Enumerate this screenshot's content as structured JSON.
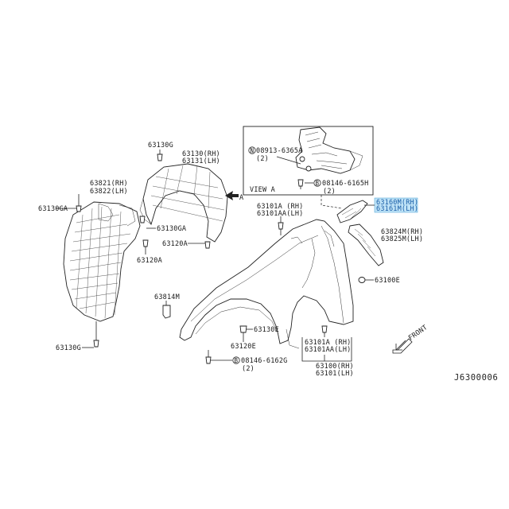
{
  "diagram": {
    "reference_code": "J6300006",
    "view_a_title": "VIEW A",
    "view_arrow_letter": "A",
    "front_label": "FRONT",
    "parts": {
      "p63130G_top": "63130G",
      "p63130_rh": "63130(RH)",
      "p63131_lh": "63131(LH)",
      "p63821_rh": "63821(RH)",
      "p63822_lh": "63822(LH)",
      "p63130GA_left": "63130GA",
      "p63130GA_mid": "63130GA",
      "p63120A_right": "63120A",
      "p63120A_bottom": "63120A",
      "p63130G_bottom": "63130G",
      "p08913_6365A": "08913-6365A",
      "p08913_qty": "(2)",
      "p08146_6165H": "08146-6165H",
      "p08146_6165H_qty": "(2)",
      "p63160M_rh": "63160M(RH)",
      "p63161M_lh": "63161M(LH)",
      "p63101A_rh": "63101A (RH)",
      "p63101AA_lh": "63101AA(LH)",
      "p63824M_rh": "63824M(RH)",
      "p63825M_lh": "63825M(LH)",
      "p63100E": "63100E",
      "p63814M": "63814M",
      "p63130E": "63130E",
      "p63120E": "63120E",
      "p63101A_rh_2": "63101A (RH)",
      "p63101AA_lh_2": "63101AA(LH)",
      "p63100_rh": "63100(RH)",
      "p63101_lh": "63101(LH)",
      "p08146_6162G": "08146-6162G",
      "p08146_6162G_qty": "(2)",
      "symbol_N": "N",
      "symbol_B": "B",
      "symbol_B2": "B"
    },
    "colors": {
      "highlight_box": "#bfe3f7",
      "highlight_text": "#1a5fa8",
      "line": "#222222"
    }
  }
}
